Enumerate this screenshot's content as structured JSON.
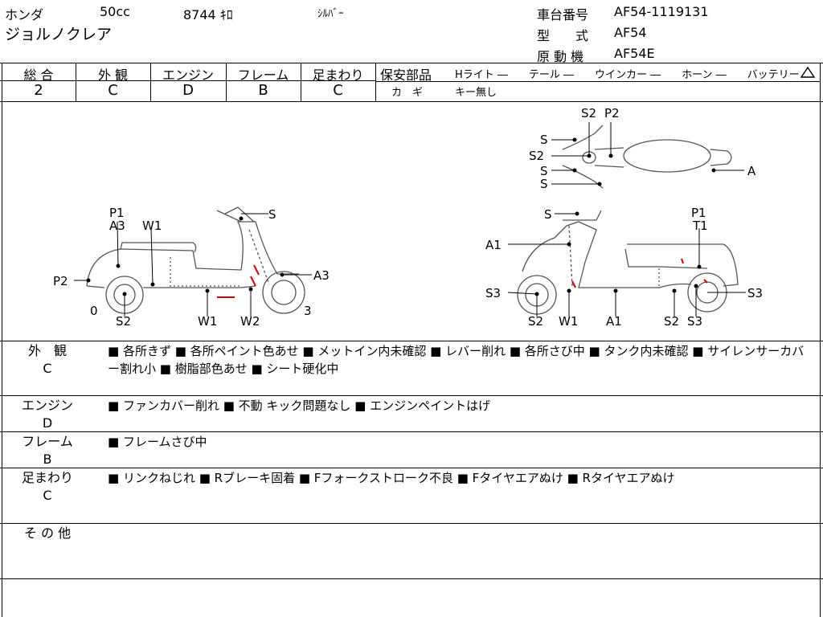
{
  "header": {
    "maker": "ホンダ",
    "displacement": "50cc",
    "mileage": "8744 ｷﾛ",
    "color": "ｼﾙﾊﾞｰ",
    "model_name": "ジョルノクレア",
    "frame_no_label": "車台番号",
    "frame_no": "AF54-1119131",
    "type_label": "型　　式",
    "type_value": "AF54",
    "engine_label": "原 動 機",
    "engine_value": "AF54E"
  },
  "grades": [
    {
      "label": "総 合",
      "value": "2"
    },
    {
      "label": "外 観",
      "value": "C"
    },
    {
      "label": "エンジン",
      "value": "D"
    },
    {
      "label": "フレーム",
      "value": "B"
    },
    {
      "label": "足まわり",
      "value": "C"
    }
  ],
  "safety": {
    "label": "保安部品",
    "items": "Hライト ―　　テール ―　　ウインカー ―　　ホーン ―　　バッテリー",
    "key_label": "カ　ギ",
    "key_value": "キー無し"
  },
  "diagram": {
    "left_labels": [
      "P1",
      "A3",
      "W1",
      "S",
      "P2",
      "A3",
      "0",
      "S2",
      "W1",
      "W2",
      "3"
    ],
    "right_labels": [
      "S",
      "P1",
      "T1",
      "A1",
      "S3",
      "S3",
      "S2",
      "W1",
      "A1",
      "S2",
      "S3"
    ],
    "top_labels": [
      "S2",
      "P2",
      "S",
      "S2",
      "S",
      "S",
      "A"
    ]
  },
  "sections": [
    {
      "title_1": "外　観",
      "title_2": "C",
      "body": "■ 各所きず ■ 各所ペイント色あせ ■ メットイン内未確認 ■ レバー削れ ■ 各所さび中 ■ タンク内未確認 ■ サイレンサーカバー割れ小 ■ 樹脂部色あせ ■ シート硬化中"
    },
    {
      "title_1": "エンジン",
      "title_2": "D",
      "body": "■ ファンカバー削れ ■ 不動 キック問題なし ■ エンジンペイントはげ"
    },
    {
      "title_1": "フレーム",
      "title_2": "B",
      "body": "■ フレームさび中"
    },
    {
      "title_1": "足まわり",
      "title_2": "C",
      "body": "■ リンクねじれ ■ Rブレーキ固着 ■ Fフォークストローク不良 ■ Fタイヤエアぬけ ■ Rタイヤエアぬけ"
    },
    {
      "title_1": "そ の 他",
      "title_2": "",
      "body": ""
    }
  ]
}
